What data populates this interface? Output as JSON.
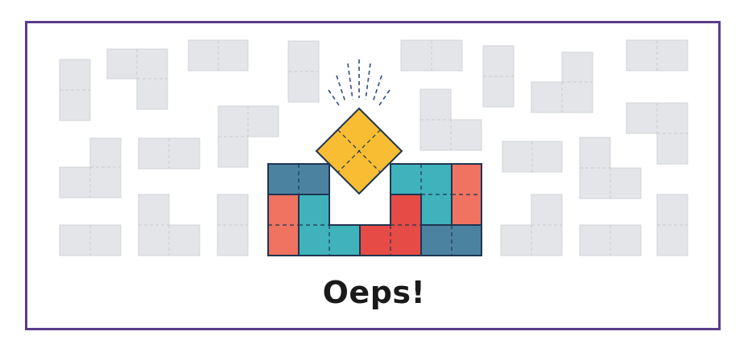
{
  "caption": "Oeps!",
  "colors": {
    "frame": "#5a3d8a",
    "background_piece": "#e3e5e8",
    "background_piece_line": "#c9ccd1",
    "coral": "#ef7360",
    "red": "#e64b45",
    "teal": "#3fb2bb",
    "steel_blue": "#4b82a0",
    "yellow": "#f8bd32",
    "outline": "#1f3552",
    "caption": "#1a1a1a"
  },
  "icons": [
    "tetromino-background-pattern",
    "broken-tetris-wall",
    "falling-yellow-square-block",
    "sparkle-lines"
  ]
}
